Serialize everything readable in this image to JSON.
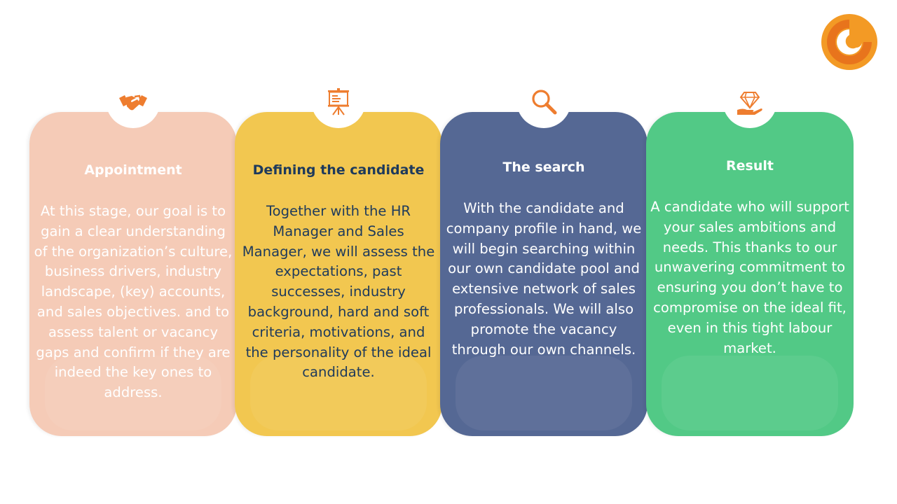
{
  "cards": [
    {
      "title": "Appointment",
      "body": "At this stage, our goal is to gain a clear understanding of the organization’s culture, business drivers, industry landscape, (key) accounts, and sales objectives. and to assess talent or vacancy gaps and confirm if they are indeed the key ones to address.",
      "icon": "handshake-icon",
      "color": "#f5cbb7"
    },
    {
      "title": "Defining the candidate",
      "body": "Together with the HR Manager and Sales Manager, we will assess the expectations, past successes, industry background, hard and soft criteria, motivations, and the personality of the ideal candidate.",
      "icon": "presentation-board-icon",
      "color": "#f2c750"
    },
    {
      "title": "The search",
      "body": "With the candidate and company profile in hand, we will begin searching within our own candidate pool and extensive network of sales professionals. We will also promote the vacancy through our own channels.",
      "icon": "magnifier-icon",
      "color": "#556894"
    },
    {
      "title": "Result",
      "body": "A candidate who will support your sales ambitions and needs. This thanks to our unwavering commitment to ensuring you don’t have to compromise on the ideal fit, even in this tight labour market.",
      "icon": "diamond-hand-icon",
      "color": "#52c986"
    }
  ],
  "accent": "#ee7d2f"
}
